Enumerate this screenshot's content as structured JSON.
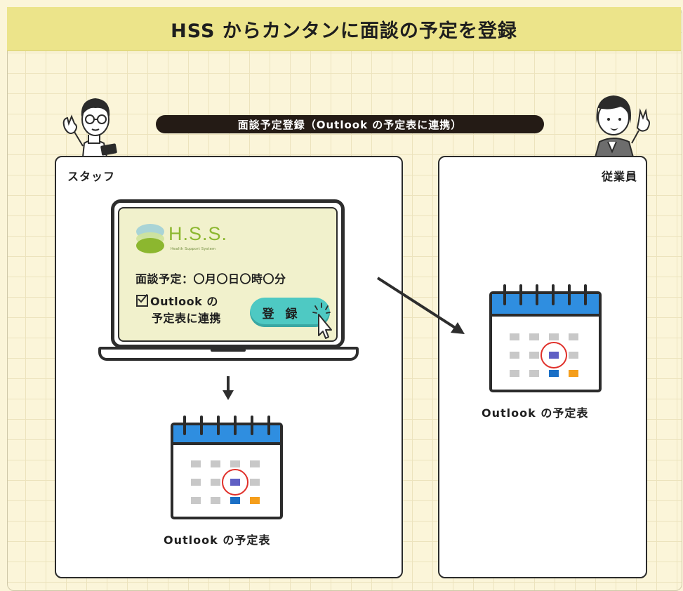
{
  "title": "HSS からカンタンに面談の予定を登録",
  "banner": "面談予定登録（Outlook の予定表に連携）",
  "panels": {
    "staff": {
      "label": "スタッフ"
    },
    "employee": {
      "label": "従業員"
    }
  },
  "screen": {
    "logo_text": "H.S.S.",
    "logo_sub": "Health Support System",
    "appointment": "面談予定：〇月〇日〇時〇分",
    "checkbox_line1": "Outlook の",
    "checkbox_line2": "予定表に連携",
    "register_button": "登 録"
  },
  "calendar_captions": {
    "staff": "Outlook の予定表",
    "employee": "Outlook の予定表"
  },
  "colors": {
    "title_bar": "#ece48a",
    "background": "#fbf5d9",
    "calendar_header": "#2f8ee0",
    "highlight_cell": "#5f5fc4",
    "blue_cell": "#1a6fc6",
    "orange_cell": "#f59e1b",
    "circle": "#e0302a",
    "button": "#4ec9c3",
    "logo_green": "#8cb72f"
  }
}
